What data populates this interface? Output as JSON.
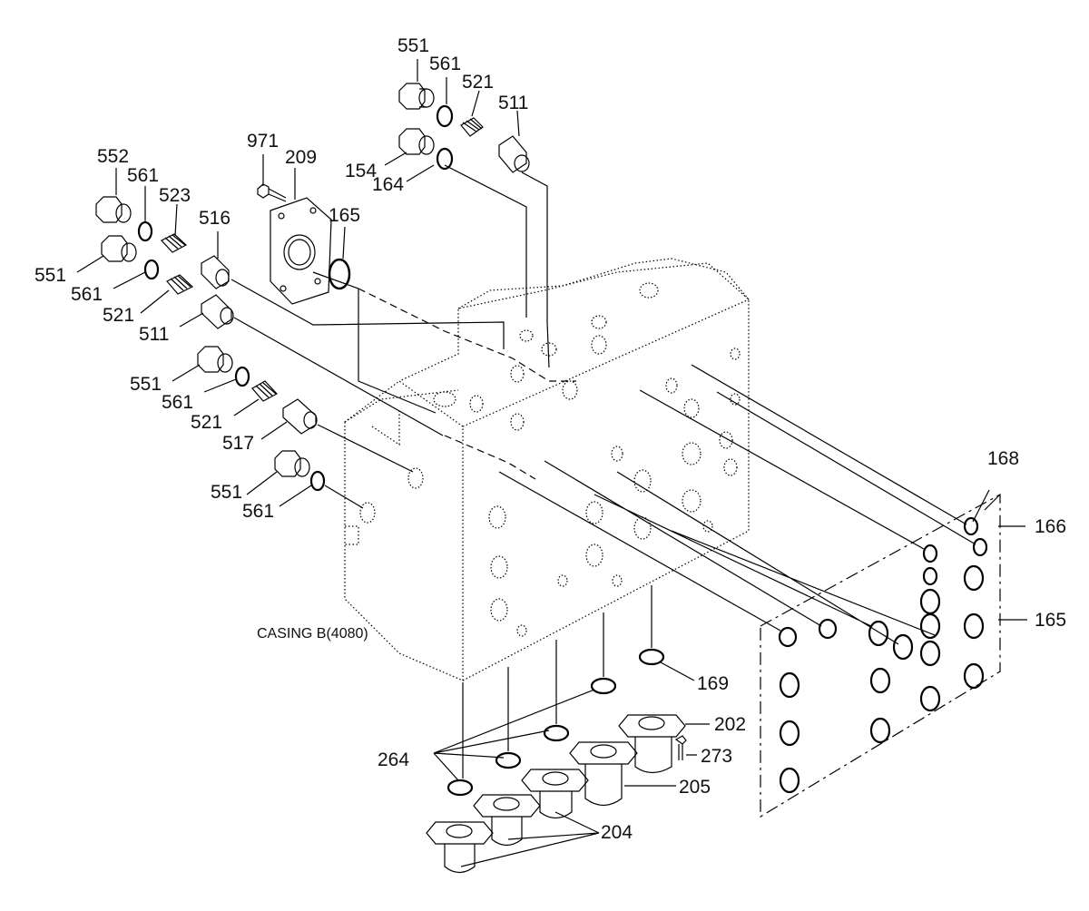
{
  "casing_caption": "CASING B(4080)",
  "labels": {
    "l551a": "551",
    "l561a": "561",
    "l521a": "521",
    "l511a": "511",
    "l154": "154",
    "l164": "164",
    "l971": "971",
    "l209": "209",
    "l165a": "165",
    "l516": "516",
    "l552": "552",
    "l561b": "561",
    "l523": "523",
    "l551b": "551",
    "l561c": "561",
    "l521b": "521",
    "l511b": "511",
    "l551c": "551",
    "l561d": "561",
    "l521c": "521",
    "l517": "517",
    "l551d": "551",
    "l561e": "561",
    "l168": "168",
    "l166": "166",
    "l165b": "165",
    "l169": "169",
    "l202": "202",
    "l273": "273",
    "l264": "264",
    "l205": "205",
    "l204": "204"
  }
}
